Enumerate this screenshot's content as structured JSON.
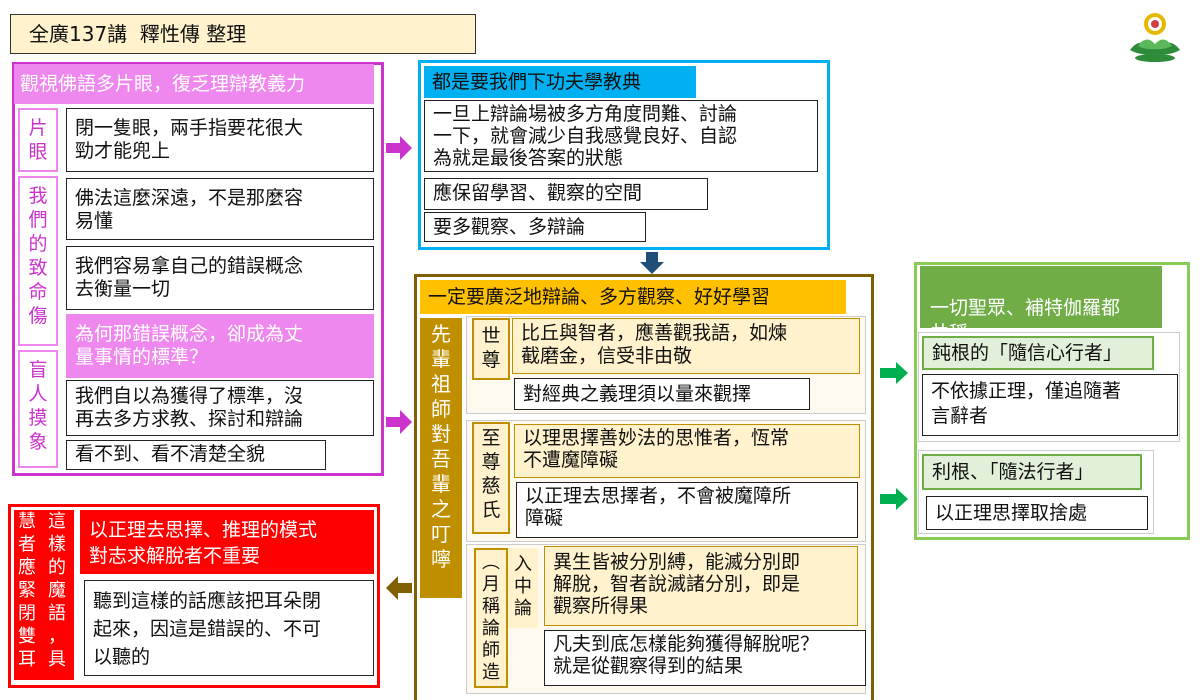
{
  "header": {
    "title": "全廣137講  釋性傳 整理"
  },
  "colors": {
    "magenta": "#cc33cc",
    "pink": "#ee88ee",
    "cyan": "#00b0f0",
    "green_frame": "#88cc55",
    "green_title": "#70ad47",
    "brown_frame": "#806000",
    "gold_title": "#ffc000",
    "red": "#ff0000",
    "cream": "#fff2cc",
    "navy": "#1f4e79"
  },
  "icons": {
    "logo": "lotus-logo-icon"
  },
  "left": {
    "title": "觀視佛語多片眼，復乏理辯教義力",
    "label1": "片\n眼",
    "box1": "閉一隻眼，兩手指要花很大\n勁才能兜上",
    "label2": "我\n們\n的\n致\n命\n傷",
    "box2": "佛法這麼深遠，不是那麼容\n易懂",
    "box3": "我們容易拿自己的錯誤概念\n去衡量一切",
    "box4": "為何那錯誤概念，卻成為丈\n量事情的標準？",
    "label3": "盲\n人\n摸\n象",
    "box5": "我們自以為獲得了標準，沒\n再去多方求教、探討和辯論",
    "box6": "看不到、看不清楚全貌"
  },
  "top_middle": {
    "title": "都是要我們下功夫學教典",
    "box1": "一旦上辯論場被多方角度問難、討論\n一下，就會減少自我感覺良好、自認\n為就是最後答案的狀態",
    "box2": "應保留學習、觀察的空間",
    "box3": "要多觀察、多辯論"
  },
  "center": {
    "title": "一定要廣泛地辯論、多方觀察、好好學習",
    "side_label": "先\n輩\n祖\n師\n對\n吾\n輩\n之\n叮\n嚀",
    "g1_label": "世\n尊",
    "g1_box1": "比丘與智者，應善觀我語，如煉\n截磨金，信受非由敬",
    "g1_box2": "對經典之義理須以量來觀擇",
    "g2_label": "至\n尊\n慈\n氏",
    "g2_box1": "以理思擇善妙法的思惟者，恆常\n不遭魔障礙",
    "g2_box2": "以正理去思擇者，不會被魔障所\n障礙",
    "g3_label_outer": "︵\n月\n稱\n論\n師\n造",
    "g3_label_inner": "入\n中\n論",
    "g3_box1": "異生皆被分別縛，能滅分別即\n解脫，智者說滅諸分別，即是\n觀察所得果",
    "g3_box2": "凡夫到底怎樣能夠獲得解脫呢？\n就是從觀察得到的結果"
  },
  "right": {
    "title": "一切聖眾、補特伽羅都\n共稱",
    "sub1": "鈍根的「隨信心行者」",
    "box1": "不依據正理，僅追隨著\n言辭者",
    "sub2": "利根、「隨法行者」",
    "box2": "以正理思擇取捨處"
  },
  "bottom_left": {
    "side_label_a": "慧\n者\n應\n緊\n閉\n雙\n耳",
    "side_label_b": "這\n樣\n的\n魔\n語\n，\n具",
    "title": "以正理去思擇、推理的模式\n對志求解脫者不重要",
    "box1": "聽到這樣的話應該把耳朵閉\n起來，因這是錯誤的、不可\n以聽的"
  }
}
